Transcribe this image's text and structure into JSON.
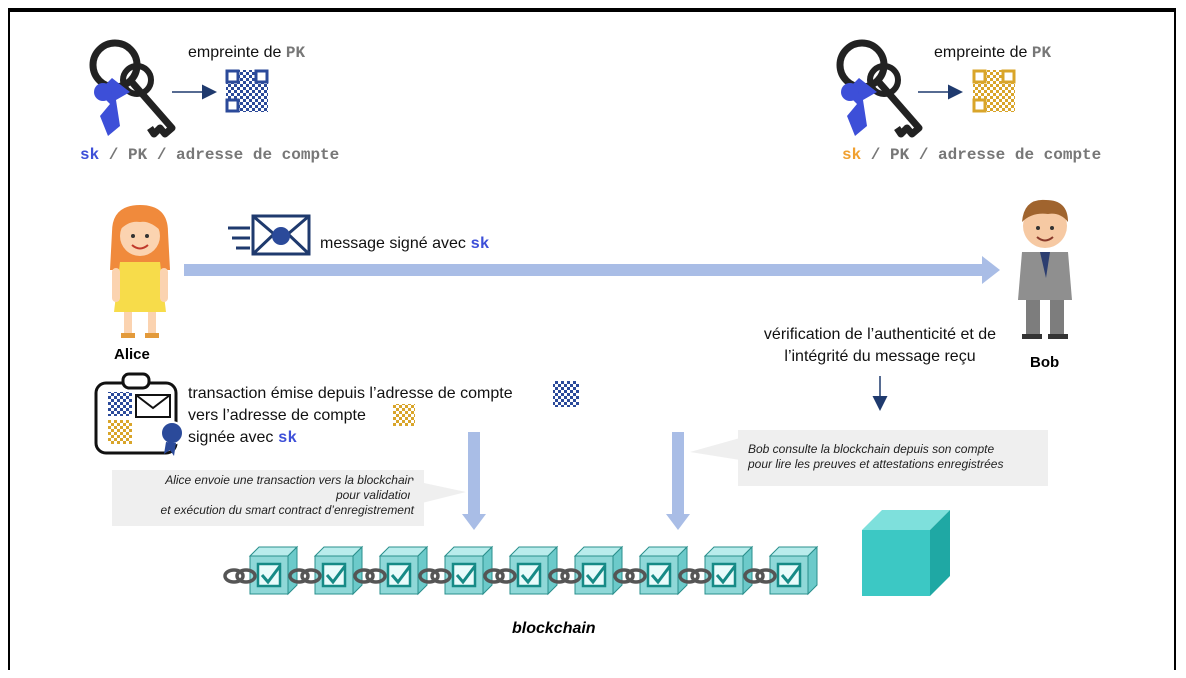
{
  "alice_keys": {
    "fingerprint_label": "empreinte de ",
    "fingerprint_code": "PK",
    "sk": "sk",
    "sep1": " / ",
    "pk_account": "PK / adresse de compte",
    "qr_color": "#2b4a9a",
    "key_color": "#3d4fd8"
  },
  "bob_keys": {
    "fingerprint_label": "empreinte de ",
    "fingerprint_code": "PK",
    "sk": "sk",
    "sep1": " / ",
    "pk_account": "PK / adresse de compte",
    "qr_color": "#d9a52a",
    "key_color": "#3d4fd8"
  },
  "message": {
    "label": "message signé avec ",
    "code": "sk"
  },
  "alice": {
    "name": "Alice"
  },
  "bob": {
    "name": "Bob"
  },
  "verification": {
    "line1": "vérification de l’authenticité et de",
    "line2": "l’intégrité du message reçu"
  },
  "transaction": {
    "line1": "transaction émise depuis l’adresse de compte",
    "line2": "vers l’adresse de compte",
    "line3": "signée avec ",
    "code": "sk"
  },
  "alice_callout": {
    "line1": "Alice envoie une transaction vers la blockchain",
    "line2": "pour validation",
    "line3": "et exécution du smart contract d’enregistrement"
  },
  "bob_callout": {
    "line1": "Bob consulte la blockchain depuis son compte",
    "line2": "pour lire les preuves et attestations enregistrées"
  },
  "blockchain": {
    "label": "blockchain",
    "block_count": 9,
    "block_color": "#8fd8d8",
    "new_block_color": "#3cc8c4"
  },
  "colors": {
    "arrow": "#a9bde6",
    "arrow_dark": "#1f3a6e"
  }
}
